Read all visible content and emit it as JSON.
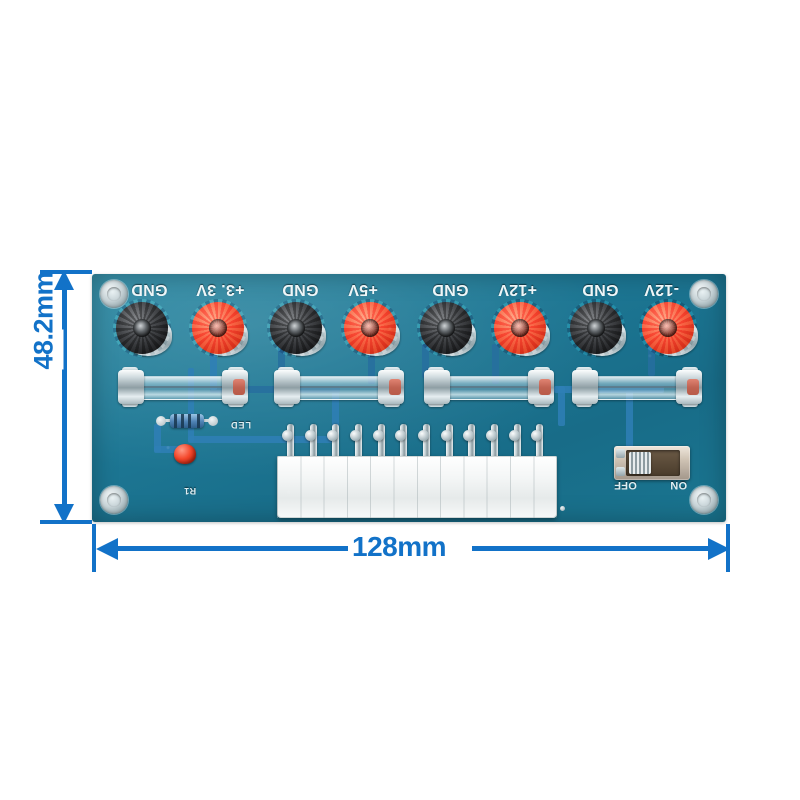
{
  "scene": {
    "subject": "ATX power supply breakout board product photo with dimension callouts",
    "background_color": "#ffffff",
    "pcb_color": "#1d7794",
    "annotation_color": "#1272c8"
  },
  "dimensions": {
    "width_label": "128mm",
    "height_label": "48.2mm"
  },
  "board": {
    "terminals": [
      {
        "label": "GND",
        "color": "black",
        "index": 0
      },
      {
        "label": "+3. 3V",
        "color": "red",
        "index": 1
      },
      {
        "label": "GND",
        "color": "black",
        "index": 2
      },
      {
        "label": "+5V",
        "color": "red",
        "index": 3
      },
      {
        "label": "GND",
        "color": "black",
        "index": 4
      },
      {
        "label": "+12V",
        "color": "red",
        "index": 5
      },
      {
        "label": "GND",
        "color": "black",
        "index": 6
      },
      {
        "label": "-12V",
        "color": "red",
        "index": 7
      }
    ],
    "fuse_count": 4,
    "switch": {
      "on_label": "ON",
      "off_label": "OFF",
      "position": "OFF"
    },
    "silkscreen": {
      "led_ref": "LED",
      "resistor_ref": "R1"
    },
    "connector": {
      "name": "ATX 24-pin",
      "pin_columns": 12,
      "rows": 2
    },
    "mounting_holes": 4
  },
  "icons": {
    "arrow_left": "arrow-left-icon",
    "arrow_right": "arrow-right-icon",
    "arrow_up": "arrow-up-icon",
    "arrow_down": "arrow-down-icon"
  }
}
